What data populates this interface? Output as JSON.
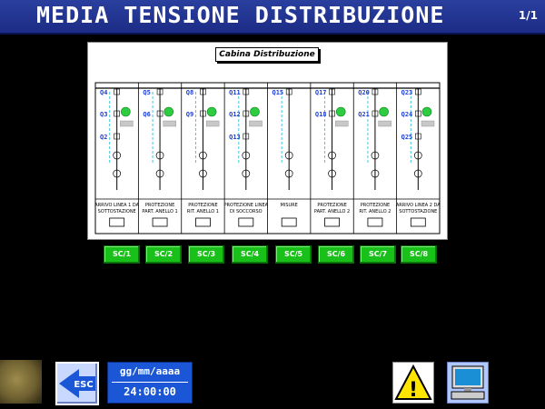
{
  "header": {
    "title": "MEDIA TENSIONE DISTRIBUZIONE",
    "page": "1/1"
  },
  "diagram": {
    "title": "Cabina Distribuzione",
    "bays": [
      {
        "codes": [
          "Q4",
          "Q3",
          "Q2"
        ],
        "label1": "ARRIVO LINEA 1 DA",
        "label2": "SOTTOSTAZIONE"
      },
      {
        "codes": [
          "Q5",
          "Q6",
          ""
        ],
        "label1": "PROTEZIONE",
        "label2": "PART. ANELLO 1"
      },
      {
        "codes": [
          "Q8",
          "Q9",
          ""
        ],
        "label1": "PROTEZIONE",
        "label2": "RIT. ANELLO 1"
      },
      {
        "codes": [
          "Q11",
          "Q12",
          "Q13"
        ],
        "label1": "PROTEZIONE LINEA",
        "label2": "DI SOCCORSO"
      },
      {
        "codes": [
          "Q15",
          "",
          ""
        ],
        "label1": "MISURE",
        "label2": ""
      },
      {
        "codes": [
          "Q17",
          "Q18",
          ""
        ],
        "label1": "PROTEZIONE",
        "label2": "PART. ANELLO 2"
      },
      {
        "codes": [
          "Q20",
          "Q21",
          ""
        ],
        "label1": "PROTEZIONE",
        "label2": "RIT. ANELLO 2"
      },
      {
        "codes": [
          "Q23",
          "Q24",
          "Q25"
        ],
        "label1": "ARRIVO LINEA 2 DA",
        "label2": "SOTTOSTAZIONE"
      }
    ]
  },
  "sc_buttons": [
    "SC/1",
    "SC/2",
    "SC/3",
    "SC/4",
    "SC/5",
    "SC/6",
    "SC/7",
    "SC/8"
  ],
  "footer": {
    "esc_label": "ESC",
    "date": "gg/mm/aaaa",
    "time": "24:00:00",
    "warning_glyph": "!"
  },
  "colors": {
    "title_bar": "#1c2c86",
    "sc_button": "#19c019",
    "bay_code": "#1a3cd9",
    "status_on": "#2ecc40"
  }
}
